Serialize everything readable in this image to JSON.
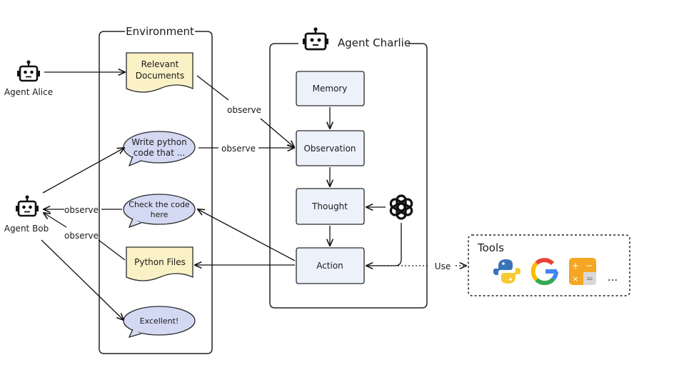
{
  "environment": {
    "title": "Environment"
  },
  "charlie": {
    "title": "Agent Charlie"
  },
  "agents": {
    "alice": "Agent Alice",
    "bob": "Agent Bob"
  },
  "env_items": {
    "docs_line1": "Relevant",
    "docs_line2": "Documents",
    "write_line1": "Write python",
    "write_line2": "code that ...",
    "check_line1": "Check the code",
    "check_line2": "here",
    "python_files": "Python Files",
    "excellent": "Excellent!"
  },
  "pipeline": {
    "memory": "Memory",
    "observation": "Observation",
    "thought": "Thought",
    "action": "Action"
  },
  "edge_labels": {
    "observe_docs": "observe",
    "observe_write": "observe",
    "observe_check": "observe",
    "observe_files": "observe",
    "use": "Use"
  },
  "tools": {
    "title": "Tools",
    "more": "...",
    "icons": [
      "python-icon",
      "google-icon",
      "calculator-icon",
      "openai-icon",
      "robot-icon"
    ]
  },
  "colors": {
    "box_fill": "#edf1fc",
    "doc_fill": "#fbf1c7",
    "bubble_fill": "#d4d9f3",
    "calc_orange": "#f5a623"
  }
}
